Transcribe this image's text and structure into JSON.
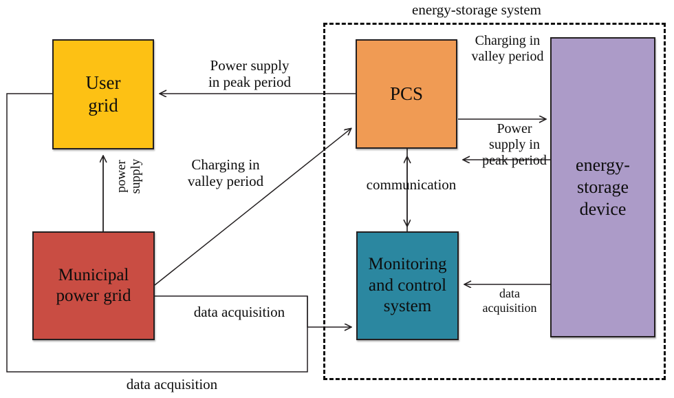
{
  "diagram": {
    "title": "energy-storage system",
    "boundary_label": "energy-storage system",
    "nodes": {
      "user_grid": "User\ngrid",
      "municipal_power_grid": "Municipal\npower grid",
      "pcs": "PCS",
      "monitoring_and_control_system": "Monitoring\nand control\nsystem",
      "energy_storage_device": "energy-\nstorage\ndevice"
    },
    "edge_labels": {
      "power_supply_peak_to_user": "Power supply\nin peak period",
      "charging_valley_left": "Charging in\nvalley period",
      "charging_valley_right": "Charging in\nvalley period",
      "power_supply_peak_from_device": "Power\nsupply in\npeak period",
      "communication": "communication",
      "data_acquisition_middle": "data acquisition",
      "data_acquisition_right": "data\nacquisition",
      "data_acquisition_bottom": "data acquisition",
      "power_supply_vertical": "power supply"
    },
    "colors": {
      "user_grid": "#FDC114",
      "municipal_power_grid": "#C94D43",
      "pcs": "#F09B54",
      "monitoring_and_control_system": "#2B87A0",
      "energy_storage_device": "#AC9BC8",
      "stroke": "#231f20",
      "background": "#FFFFFF"
    }
  }
}
